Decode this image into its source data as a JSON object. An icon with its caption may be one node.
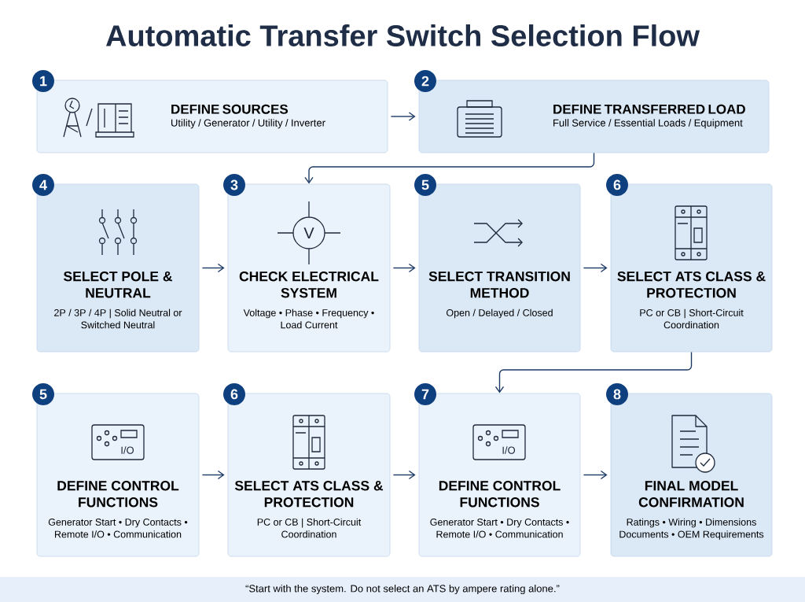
{
  "diagram": {
    "title": "Automatic Transfer Switch Selection Flow",
    "caption": "“Start with the system. Do not select an ATS by ampere rating alone.”",
    "nodes": [
      {
        "text": [
          "1",
          "DEFINE SOURCES",
          "Utility / Generator / Utility / Inverter"
        ]
      },
      {
        "text": [
          "2",
          "DEFINE TRANSFERRED LOAD",
          "Full Service / Essential Loads / Equipment"
        ]
      },
      {
        "text": [
          "4",
          "SELECT POLE & NEUTRAL",
          "2P / 3P / 4P | Solid Neutral or Switched Neutral"
        ]
      },
      {
        "text": [
          "3",
          "CHECK ELECTRICAL SYSTEM",
          "Voltage • Phase • Frequency • Load Current"
        ]
      },
      {
        "text": [
          "5",
          "SELECT TRANSITION METHOD",
          "Open / Delayed / Closed"
        ]
      },
      {
        "text": [
          "6",
          "SELECT ATS CLASS & PROTECTION",
          "PC or CB | Short-Circuit Coordination"
        ]
      },
      {
        "text": [
          "5",
          "DEFINE CONTROL FUNCTIONS",
          "Generator Start • Dry Contacts • Remote I/O • Communication"
        ]
      },
      {
        "text": [
          "6",
          "SELECT ATS CLASS & PROTECTION",
          "PC or CB | Short-Circuit Coordination"
        ]
      },
      {
        "text": [
          "7",
          "DEFINE CONTROL FUNCTIONS",
          "Generator Start • Dry Contacts • Remote I/O • Communication"
        ]
      },
      {
        "text": [
          "8",
          "FINAL MODEL CONFIRMATION",
          "Ratings • Wiring • Dimensions Documents • OEM Requirements"
        ]
      }
    ],
    "edges": [
      {
        "from": 0,
        "to": 1,
        "arrow": "to"
      },
      {
        "from": 1,
        "to": 3,
        "arrow": "to"
      },
      {
        "from": 2,
        "to": 3,
        "arrow": "to"
      },
      {
        "from": 3,
        "to": 4,
        "arrow": "to"
      },
      {
        "from": 4,
        "to": 5,
        "arrow": "to"
      },
      {
        "from": 5,
        "to": 8,
        "arrow": "to"
      },
      {
        "from": 6,
        "to": 7,
        "arrow": "to"
      },
      {
        "from": 7,
        "to": 8,
        "arrow": "to"
      },
      {
        "from": 8,
        "to": 9,
        "arrow": "to"
      }
    ],
    "labels": [
      "V",
      "I/O",
      "I/O"
    ]
  }
}
